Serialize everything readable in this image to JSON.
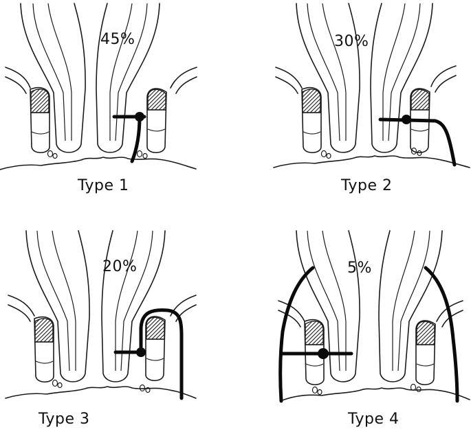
{
  "panels": [
    {
      "percent": "45%",
      "label": "Type 1"
    },
    {
      "percent": "30%",
      "label": "Type 2"
    },
    {
      "percent": "20%",
      "label": "Type 3"
    },
    {
      "percent": "5%",
      "label": "Type 4"
    }
  ]
}
